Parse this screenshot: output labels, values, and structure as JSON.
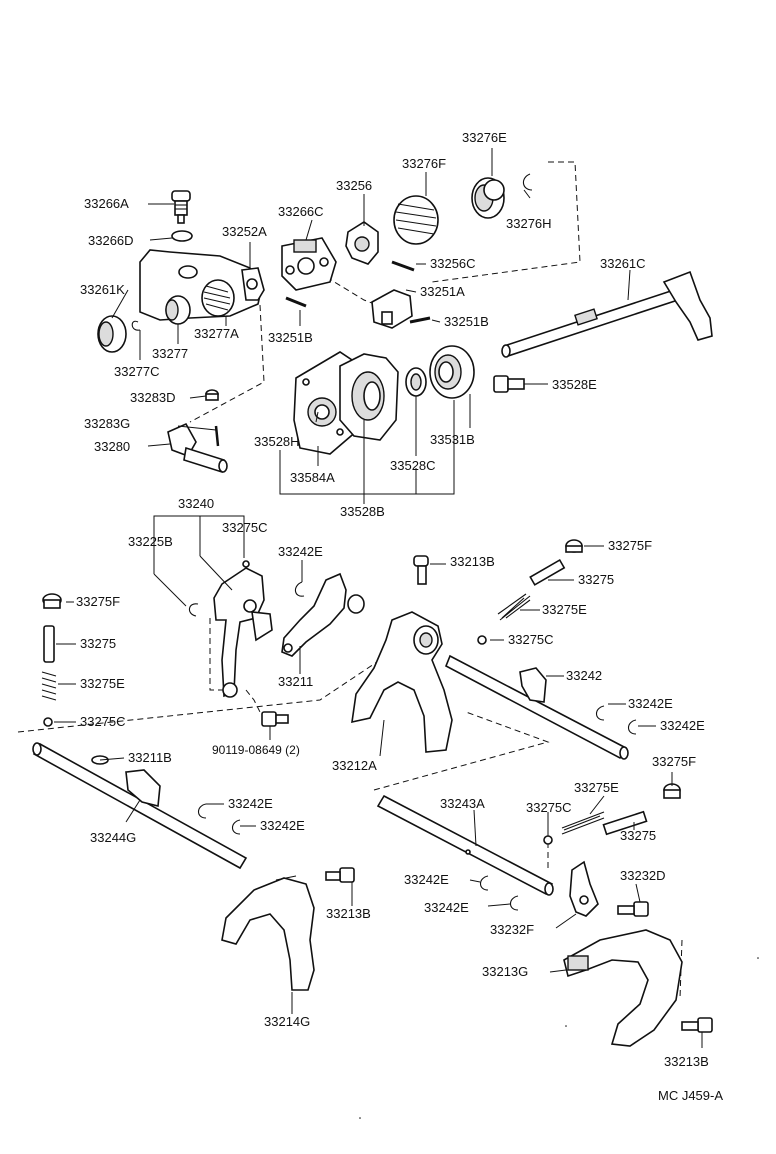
{
  "diagram": {
    "reference_code": "MC J459-A",
    "labels": {
      "l33276E": "33276E",
      "l33276F": "33276F",
      "l33256": "33256",
      "l33266A": "33266A",
      "l33266C": "33266C",
      "l33252A": "33252A",
      "l33266D": "33266D",
      "l33276H": "33276H",
      "l33256C": "33256C",
      "l33261C": "33261C",
      "l33261K": "33261K",
      "l33251A": "33251A",
      "l33251B_r": "33251B",
      "l33277A": "33277A",
      "l33251B_l": "33251B",
      "l33277": "33277",
      "l33277C": "33277C",
      "l33528E": "33528E",
      "l33283D": "33283D",
      "l33283G": "33283G",
      "l33280": "33280",
      "l33528H": "33528H",
      "l33531B": "33531B",
      "l33528C": "33528C",
      "l33584A": "33584A",
      "l33528B": "33528B",
      "l33240": "33240",
      "l33275C_a": "33275C",
      "l33225B": "33225B",
      "l33242E_a": "33242E",
      "l33213B_a": "33213B",
      "l33275F_r": "33275F",
      "l33275_r": "33275",
      "l33275F_l": "33275F",
      "l33275E_r": "33275E",
      "l33275_l": "33275",
      "l33275C_r": "33275C",
      "l33211": "33211",
      "l33242": "33242",
      "l33275E_l": "33275E",
      "l33242E_b": "33242E",
      "l33242E_c": "33242E",
      "l33275C_l": "33275C",
      "l90119": "90119-08649 (2)",
      "l33212A": "33212A",
      "l33211B": "33211B",
      "l33275F_b": "33275F",
      "l33275E_b": "33275E",
      "l33243A": "33243A",
      "l33242E_d": "33242E",
      "l33275C_b": "33275C",
      "l33275_b": "33275",
      "l33242E_e": "33242E",
      "l33244G": "33244G",
      "l33232D": "33232D",
      "l33242E_f": "33242E",
      "l33213B_b": "33213B",
      "l33242E_g": "33242E",
      "l33232F": "33232F",
      "l33213G": "33213G",
      "l33214G": "33214G",
      "l33213B_c": "33213B"
    }
  }
}
